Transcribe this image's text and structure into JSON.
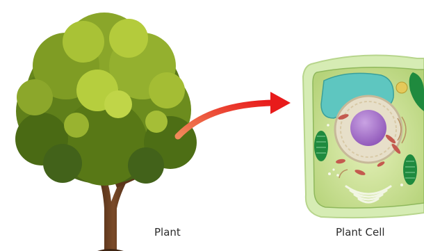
{
  "labels": {
    "plant": "Plant",
    "plant_cell": "Plant Cell"
  },
  "colors": {
    "arrow_start": "#f08a5a",
    "arrow_end": "#e81b1b",
    "foliage_dark": "#3f5a16",
    "foliage_mid": "#6a8a1c",
    "foliage_light": "#b8cc3a",
    "trunk": "#6a3f22",
    "cell_wall": "#d6ecb4",
    "cytoplasm": "#c6df8e",
    "vacuole": "#5ec6c0",
    "nucleus_envelope": "#e7dfc9",
    "nucleolus": "#8e55b8",
    "chloroplast": "#1f8a3e",
    "mitochondria": "#c45a4f"
  },
  "icons": {
    "tree": "tree-illustration",
    "arrow": "curved-arrow",
    "cell": "plant-cell-illustration"
  }
}
